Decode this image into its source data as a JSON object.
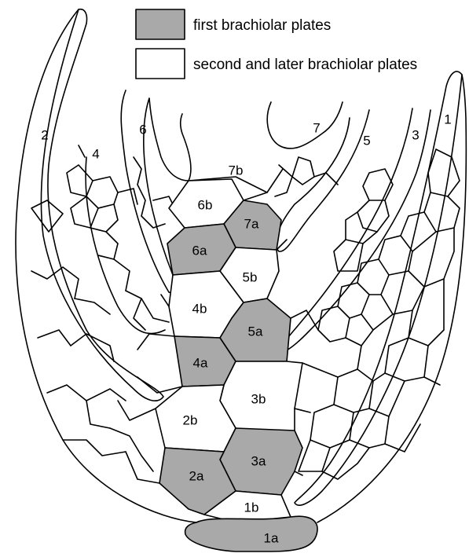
{
  "legend": {
    "first": {
      "label": "first brachiolar plates",
      "color": "#a9a9a9"
    },
    "later": {
      "label": "second and later brachiolar plates",
      "color": "#ffffff"
    }
  },
  "colors": {
    "outline": "#000000",
    "first_plate": "#a9a9a9",
    "later_plate": "#ffffff"
  },
  "plates": {
    "1a": "1a",
    "1b": "1b",
    "2a": "2a",
    "2b": "2b",
    "3a": "3a",
    "3b": "3b",
    "4a": "4a",
    "4b": "4b",
    "5a": "5a",
    "5b": "5b",
    "6a": "6a",
    "6b": "6b",
    "7a": "7a",
    "7b": "7b"
  },
  "arms": {
    "1": "1",
    "2": "2",
    "3": "3",
    "4": "4",
    "5": "5",
    "6": "6",
    "7": "7"
  }
}
